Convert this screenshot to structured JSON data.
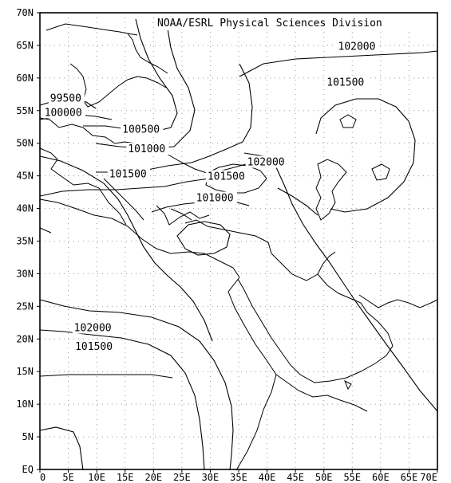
{
  "map": {
    "credit": "NOAA/ESRL Physical Sciences Division",
    "lon_ticks": [
      "0",
      "5E",
      "10E",
      "15E",
      "20E",
      "25E",
      "30E",
      "35E",
      "40E",
      "45E",
      "50E",
      "55E",
      "60E",
      "65E",
      "70E"
    ],
    "lat_ticks": [
      "EQ",
      "5N",
      "10N",
      "15N",
      "20N",
      "25N",
      "30N",
      "35N",
      "40N",
      "45N",
      "50N",
      "55N",
      "60N",
      "65N",
      "70N"
    ],
    "lon_range": [
      0,
      70
    ],
    "lat_range": [
      0,
      70
    ],
    "grid": true,
    "contour_labels": [
      {
        "text": "102000",
        "lon": 52.5,
        "lat": 64.3
      },
      {
        "text": "101500",
        "lon": 50.5,
        "lat": 58.8
      },
      {
        "text": "99500",
        "lon": 1.8,
        "lat": 56.4
      },
      {
        "text": "100000",
        "lon": 0.8,
        "lat": 54.2
      },
      {
        "text": "100500",
        "lon": 14.5,
        "lat": 51.6
      },
      {
        "text": "101000",
        "lon": 15.5,
        "lat": 48.6
      },
      {
        "text": "101500",
        "lon": 12.2,
        "lat": 44.8
      },
      {
        "text": "102000",
        "lon": 36.5,
        "lat": 46.6
      },
      {
        "text": "101500",
        "lon": 29.5,
        "lat": 44.4
      },
      {
        "text": "101000",
        "lon": 27.5,
        "lat": 41.1
      },
      {
        "text": "102000",
        "lon": 6.0,
        "lat": 21.2
      },
      {
        "text": "101500",
        "lon": 6.2,
        "lat": 18.3
      }
    ]
  }
}
